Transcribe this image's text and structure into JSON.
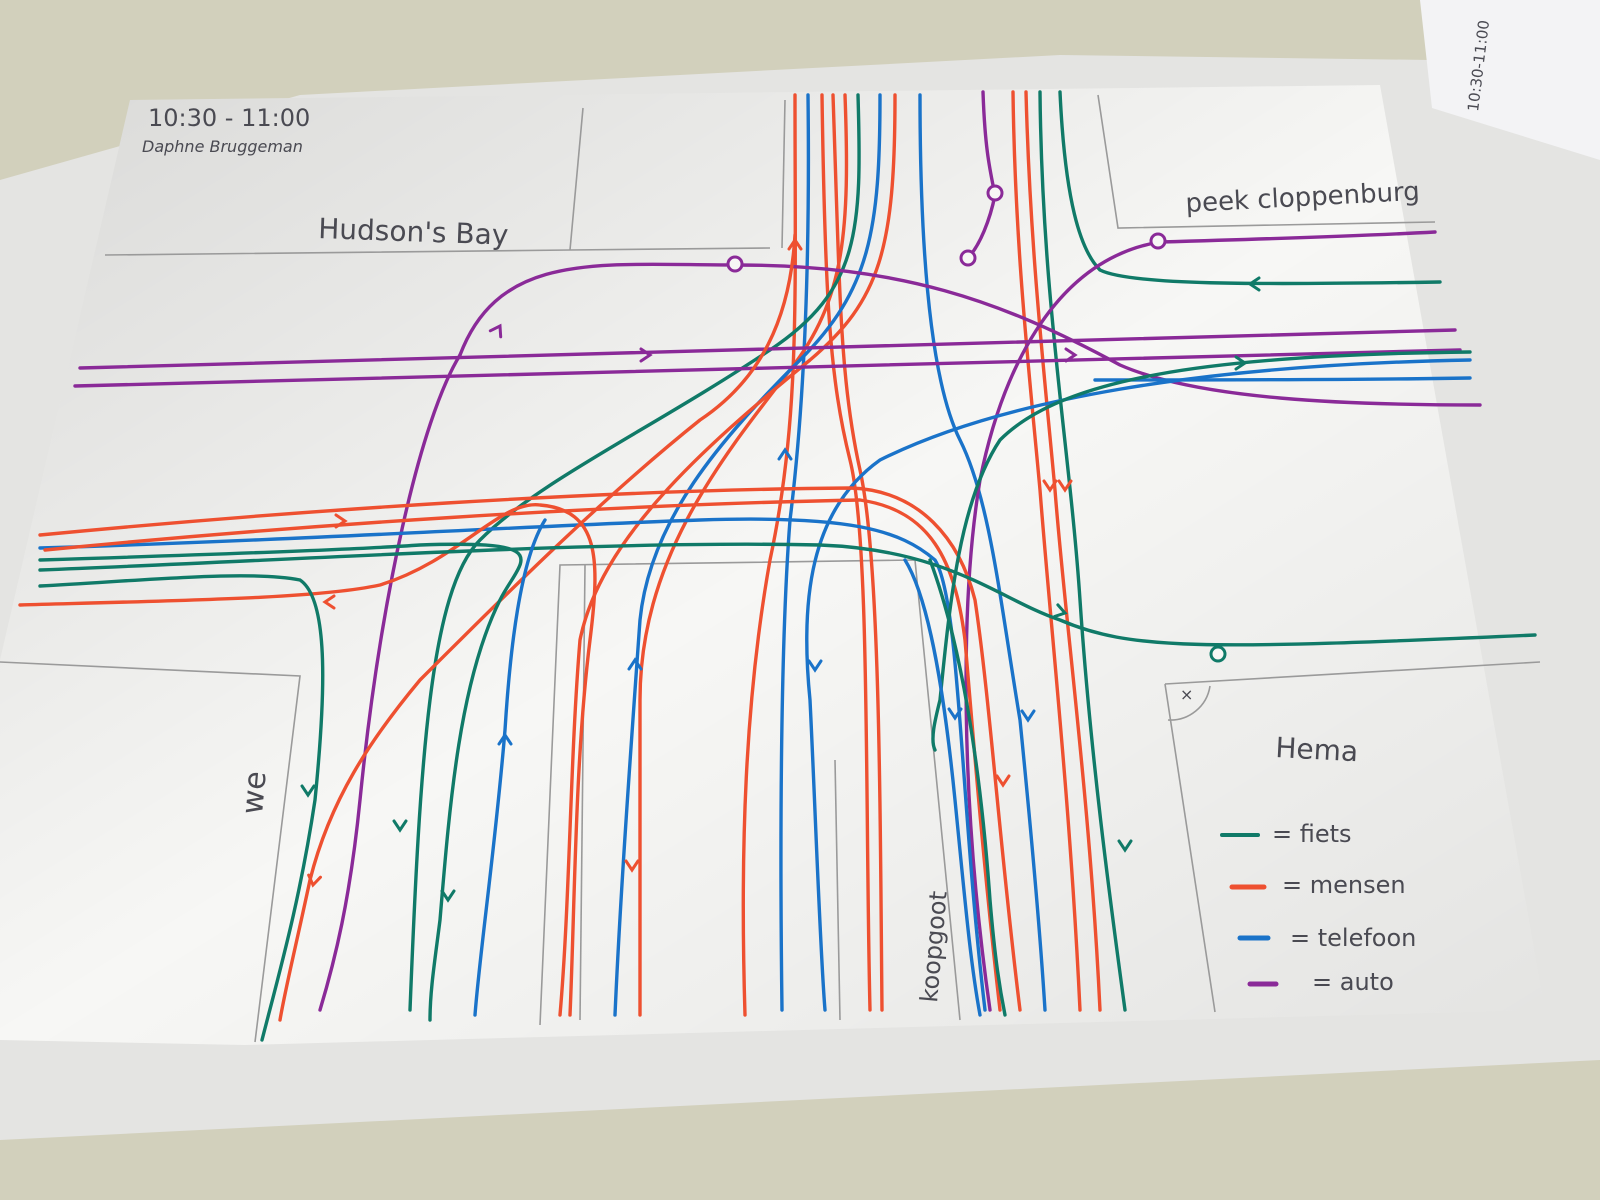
{
  "header": {
    "time": "10:30 - 11:00",
    "author": "Daphne Bruggeman"
  },
  "corner_note": "10:30-11:00",
  "buildings": {
    "top_left": "Hudson's Bay",
    "top_right": "peek cloppenburg",
    "right": "Hema",
    "left": "we",
    "bottom_street": "koopgoot"
  },
  "legend": [
    {
      "color": "#107a68",
      "label": "= fiets"
    },
    {
      "color": "#ee5030",
      "label": "= mensen"
    },
    {
      "color": "#1a73c9",
      "label": "= telefoon"
    },
    {
      "color": "#8a2a98",
      "label": "= auto"
    }
  ],
  "colors": {
    "fiets": "#107a68",
    "mensen": "#ee5030",
    "telefoon": "#1a73c9",
    "auto": "#8a2a98",
    "pencil": "#9a9a9a",
    "paper": "#f7f7f5",
    "table": "#cfcdb9"
  }
}
